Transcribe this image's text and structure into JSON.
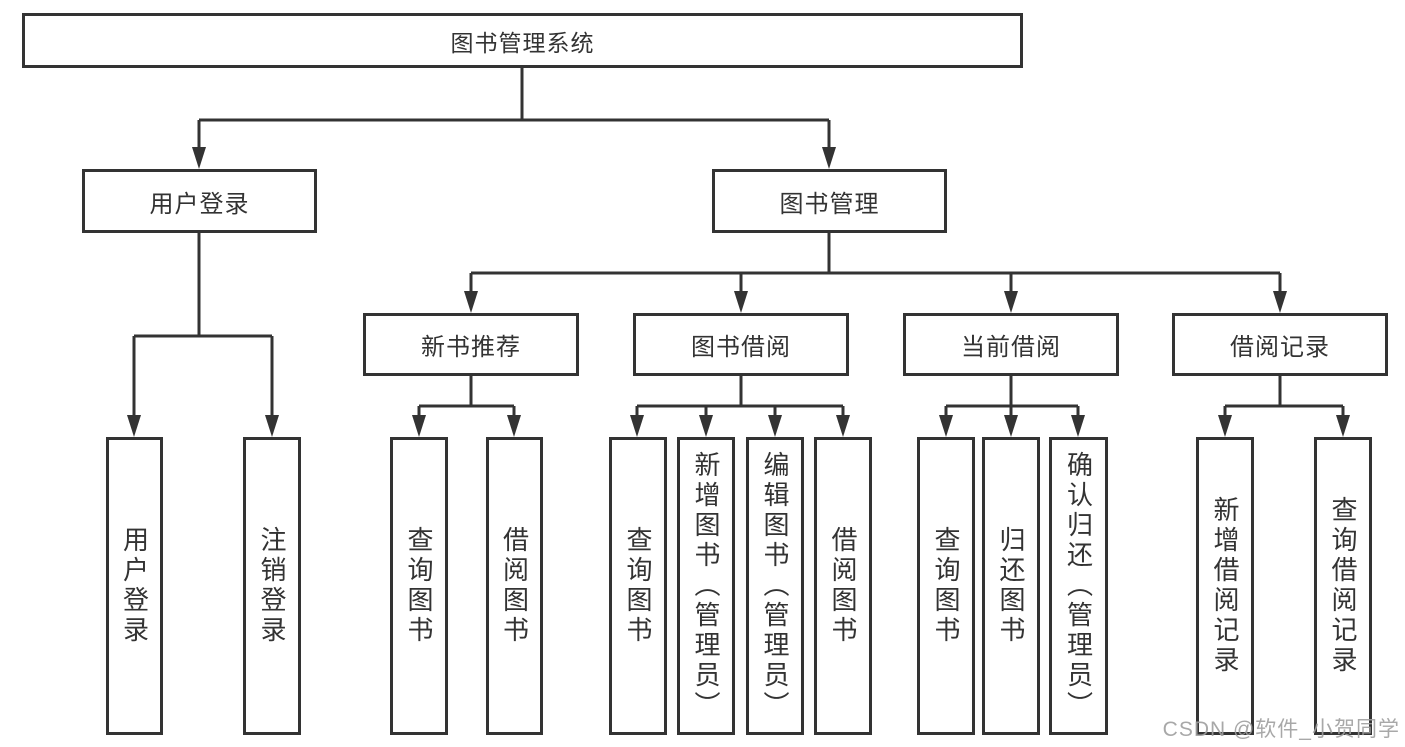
{
  "diagram": {
    "title": "图书管理系统",
    "level2": {
      "user_login": "用户登录",
      "book_management": "图书管理"
    },
    "level3": {
      "new_book_recommend": "新书推荐",
      "book_borrowing": "图书借阅",
      "current_borrowing": "当前借阅",
      "borrowing_records": "借阅记录"
    },
    "leaves": {
      "user_login": [
        "用户登录",
        "注销登录"
      ],
      "new_book_recommend": [
        "查询图书",
        "借阅图书"
      ],
      "book_borrowing": [
        "查询图书",
        "新增图书（管理员）",
        "编辑图书（管理员）",
        "借阅图书"
      ],
      "current_borrowing": [
        "查询图书",
        "归还图书",
        "确认归还（管理员）"
      ],
      "borrowing_records": [
        "新增借阅记录",
        "查询借阅记录"
      ]
    }
  },
  "watermark": {
    "text": "CSDN @软件_小贺同学"
  },
  "colors": {
    "line": "#333333",
    "box_border": "#333333",
    "box_background": "#ffffff",
    "text": "#333333",
    "watermark": "#9e9e9e"
  }
}
